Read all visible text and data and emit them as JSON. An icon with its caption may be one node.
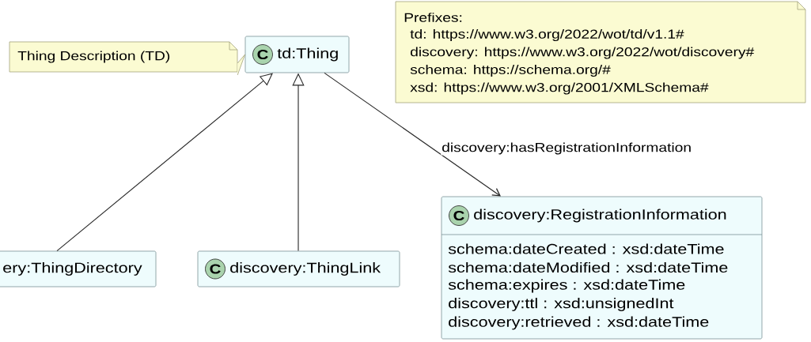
{
  "diagram": {
    "nodes": [
      {
        "text": [
          "Thing Description (TD)"
        ]
      },
      {
        "text": [
          "C",
          "td:Thing"
        ]
      },
      {
        "text": [
          "ery:ThingDirectory"
        ]
      },
      {
        "text": [
          "C",
          "discovery:ThingLink"
        ]
      },
      {
        "text": [
          "C",
          "discovery:RegistrationInformation",
          "schema:dateCreated : xsd:dateTime",
          "schema:dateModified : xsd:dateTime",
          "schema:expires : xsd:dateTime",
          "discovery:ttl : xsd:unsignedInt",
          "discovery:retrieved : xsd:dateTime"
        ]
      },
      {
        "text": [
          "Prefixes:",
          "td: https://www.w3.org/2022/wot/td/v1.1#",
          "discovery: https://www.w3.org/2022/wot/discovery#",
          "schema: https://schema.org/#",
          "xsd: https://www.w3.org/2001/XMLSchema#"
        ]
      }
    ],
    "edges": [
      {
        "from": 0,
        "to": 1,
        "arrow": "none",
        "color": "#a3a37c"
      },
      {
        "from": 2,
        "to": 1,
        "arrow": "to"
      },
      {
        "from": 3,
        "to": 1,
        "arrow": "to"
      },
      {
        "from": 1,
        "to": 4,
        "arrow": "to",
        "label": "discovery:hasRegistrationInformation"
      }
    ]
  }
}
